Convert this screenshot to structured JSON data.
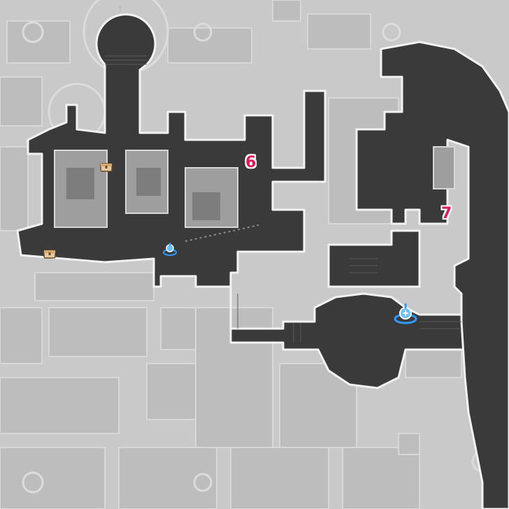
{
  "map": {
    "area_labels": [
      {
        "id": "label-6",
        "text": "6"
      },
      {
        "id": "label-7",
        "text": "7"
      }
    ],
    "markers": [
      {
        "name": "treasure-chest-icon",
        "type": "chest"
      },
      {
        "name": "treasure-chest-icon",
        "type": "chest"
      },
      {
        "name": "space-anchor-icon",
        "type": "teleport"
      },
      {
        "name": "space-anchor-icon",
        "type": "teleport"
      }
    ],
    "north_arrow": "↑",
    "colors": {
      "walkable": "#3a3a3a",
      "background": "#c9c9c9",
      "label": "#e0185e",
      "teleport": "#2e9bff",
      "chest": "#e9c9a0"
    }
  }
}
